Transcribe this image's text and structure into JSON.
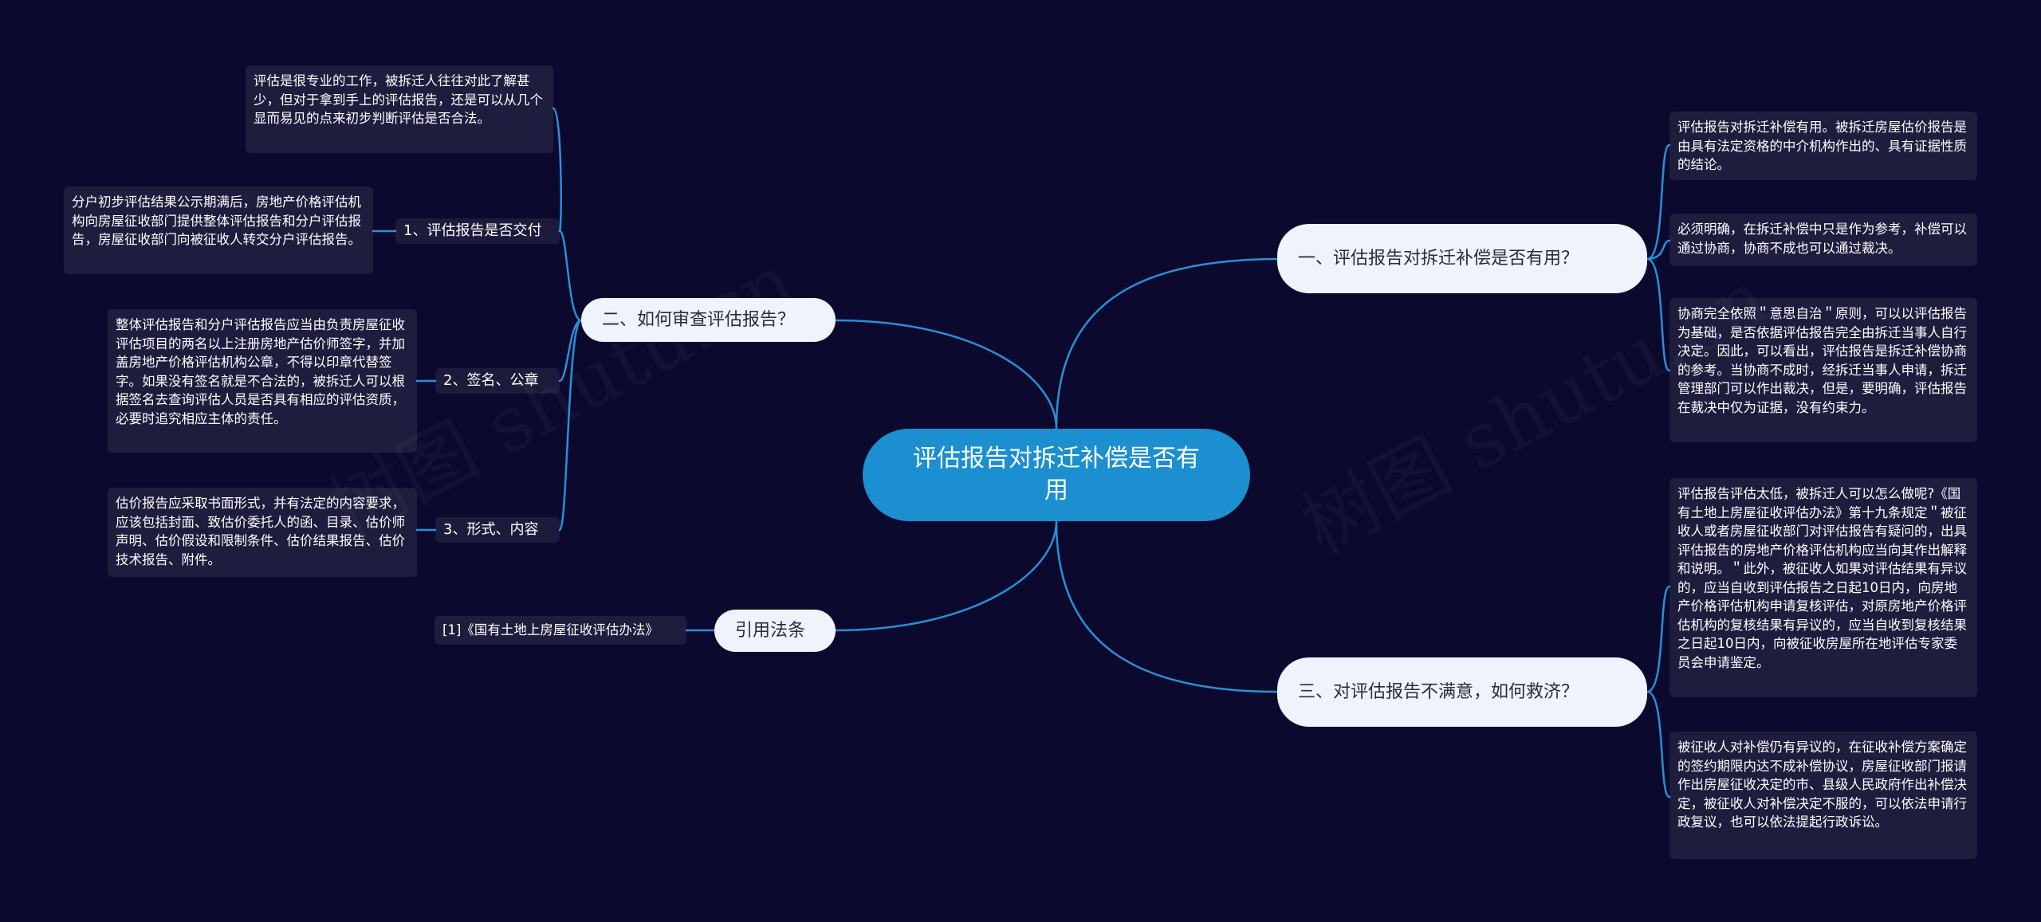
{
  "watermark": "树图 shutu.cn",
  "root": "评估报告对拆迁补偿是否有用",
  "branches": [
    {
      "label": "一、评估报告对拆迁补偿是否有用？",
      "leaves": [
        "评估报告对拆迁补偿有用。被拆迁房屋估价报告是由具有法定资格的中介机构作出的、具有证据性质的结论。",
        "必须明确，在拆迁补偿中只是作为参考，补偿可以通过协商，协商不成也可以通过裁决。",
        "协商完全依照＂意思自治＂原则，可以以评估报告为基础，是否依据评估报告完全由拆迁当事人自行决定。因此，可以看出，评估报告是拆迁补偿协商的参考。当协商不成时，经拆迁当事人申请，拆迁管理部门可以作出裁决，但是，要明确，评估报告在裁决中仅为证据，没有约束力。"
      ]
    },
    {
      "label": "三、对评估报告不满意，如何救济？",
      "leaves": [
        "评估报告评估太低，被拆迁人可以怎么做呢?《国有土地上房屋征收评估办法》第十九条规定＂被征收人或者房屋征收部门对评估报告有疑问的，出具评估报告的房地产价格评估机构应当向其作出解释和说明。＂此外，被征收人如果对评估结果有异议的，应当自收到评估报告之日起10日内，向房地产价格评估机构申请复核评估，对原房地产价格评估机构的复核结果有异议的，应当自收到复核结果之日起10日内，向被征收房屋所在地评估专家委员会申请鉴定。",
        "被征收人对补偿仍有异议的，在征收补偿方案确定的签约期限内达不成补偿协议，房屋征收部门报请作出房屋征收决定的市、县级人民政府作出补偿决定，被征收人对补偿决定不服的，可以依法申请行政复议，也可以依法提起行政诉讼。"
      ]
    },
    {
      "label": "二、如何审查评估报告？",
      "subs": [
        {
          "label": "1、评估报告是否交付",
          "leaves": [
            "评估是很专业的工作，被拆迁人往往对此了解甚少，但对于拿到手上的评估报告，还是可以从几个显而易见的点来初步判断评估是否合法。",
            "分户初步评估结果公示期满后，房地产价格评估机构向房屋征收部门提供整体评估报告和分户评估报告，房屋征收部门向被征收人转交分户评估报告。"
          ]
        },
        {
          "label": "2、签名、公章",
          "leaves": [
            "整体评估报告和分户评估报告应当由负责房屋征收评估项目的两名以上注册房地产估价师签字，并加盖房地产价格评估机构公章，不得以印章代替签字。如果没有签名就是不合法的，被拆迁人可以根据签名去查询评估人员是否具有相应的评估资质，必要时追究相应主体的责任。"
          ]
        },
        {
          "label": "3、形式、内容",
          "leaves": [
            "估价报告应采取书面形式，并有法定的内容要求，应该包括封面、致估价委托人的函、目录、估价师声明、估价假设和限制条件、估价结果报告、估价技术报告、附件。"
          ]
        }
      ]
    },
    {
      "label": "引用法条",
      "leaves": [
        "[1]《国有土地上房屋征收评估办法》"
      ]
    }
  ],
  "colors": {
    "background": "#0b0a2e",
    "root": "#1b8fd0",
    "branch": "#eef3fc",
    "line": "#2a8fd6"
  }
}
